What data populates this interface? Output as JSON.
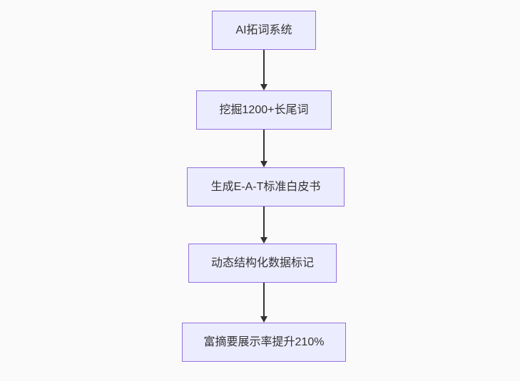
{
  "diagram": {
    "type": "flowchart-top-down",
    "background_color": "#fafafa",
    "node_fill_color": "#ECECFF",
    "node_border_color": "#9370DB",
    "edge_color": "#333333",
    "text_color": "#333333",
    "nodes": [
      {
        "id": "step-1",
        "label": "AI拓词系统"
      },
      {
        "id": "step-2",
        "label": "挖掘1200+长尾词"
      },
      {
        "id": "step-3",
        "label": "生成E-A-T标准白皮书"
      },
      {
        "id": "step-4",
        "label": "动态结构化数据标记"
      },
      {
        "id": "step-5",
        "label": "富摘要展示率提升210%"
      }
    ],
    "edges": [
      {
        "from": "AI拓词系统",
        "to": "挖掘1200+长尾词"
      },
      {
        "from": "挖掘1200+长尾词",
        "to": "生成E-A-T标准白皮书"
      },
      {
        "from": "生成E-A-T标准白皮书",
        "to": "动态结构化数据标记"
      },
      {
        "from": "动态结构化数据标记",
        "to": "富摘要展示率提升210%"
      }
    ]
  }
}
